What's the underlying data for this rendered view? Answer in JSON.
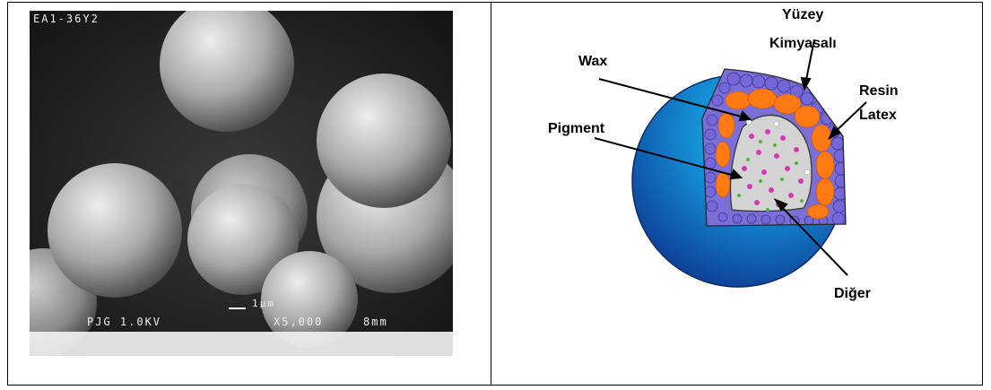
{
  "sem_image": {
    "top_label": "EA1-36Y2",
    "scale_label": "1µm",
    "bottom_left": "PJG 1.0KV",
    "magnification": "X5,000",
    "working_distance": "8mm"
  },
  "diagram": {
    "labels": {
      "surface": "Yüzey",
      "surface2": "Kimyasalı",
      "wax": "Wax",
      "resin": "Resin",
      "latex": "Latex",
      "pigment": "Pigment",
      "other": "Diğer"
    },
    "colors": {
      "sphere": "#1a6fc0",
      "shell": "#7b6fd6",
      "resin": "#ff7a12",
      "core": "#d4d4d4",
      "pigment_dot": "#d23bb0",
      "other_dot": "#58b23a"
    }
  }
}
